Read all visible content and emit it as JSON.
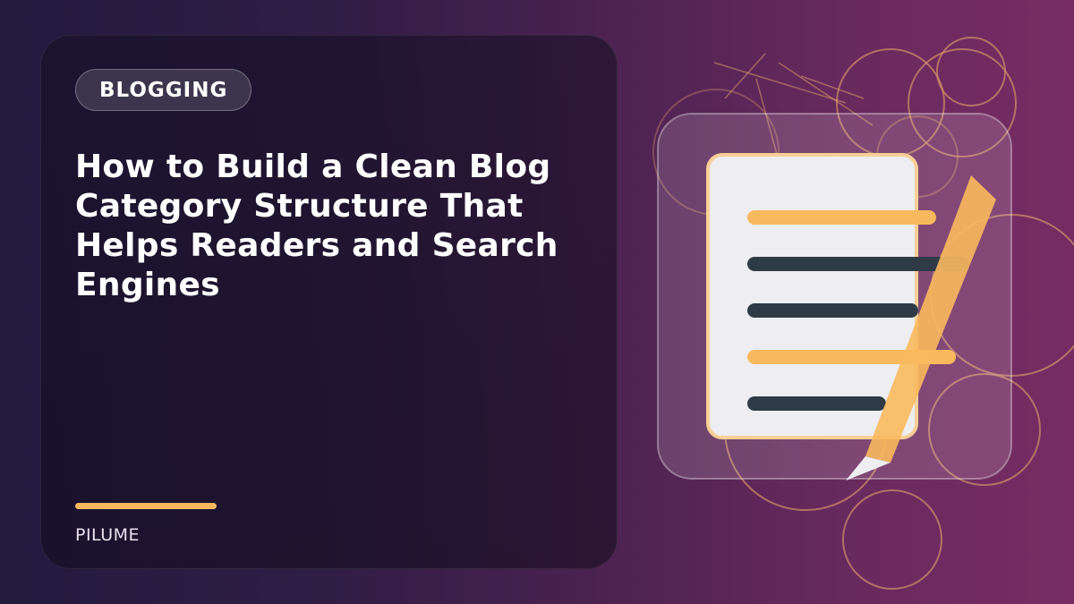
{
  "card": {
    "category": "BLOGGING",
    "title": "How to Build a Clean Blog Category Structure That Helps Readers and Search Engines",
    "brand": "PILUME"
  },
  "illustration": {
    "icon": "document-with-pencil-icon",
    "accent_color": "#f8b95e",
    "dark_line_color": "#2e3a45",
    "paper_color": "#ededf2"
  }
}
